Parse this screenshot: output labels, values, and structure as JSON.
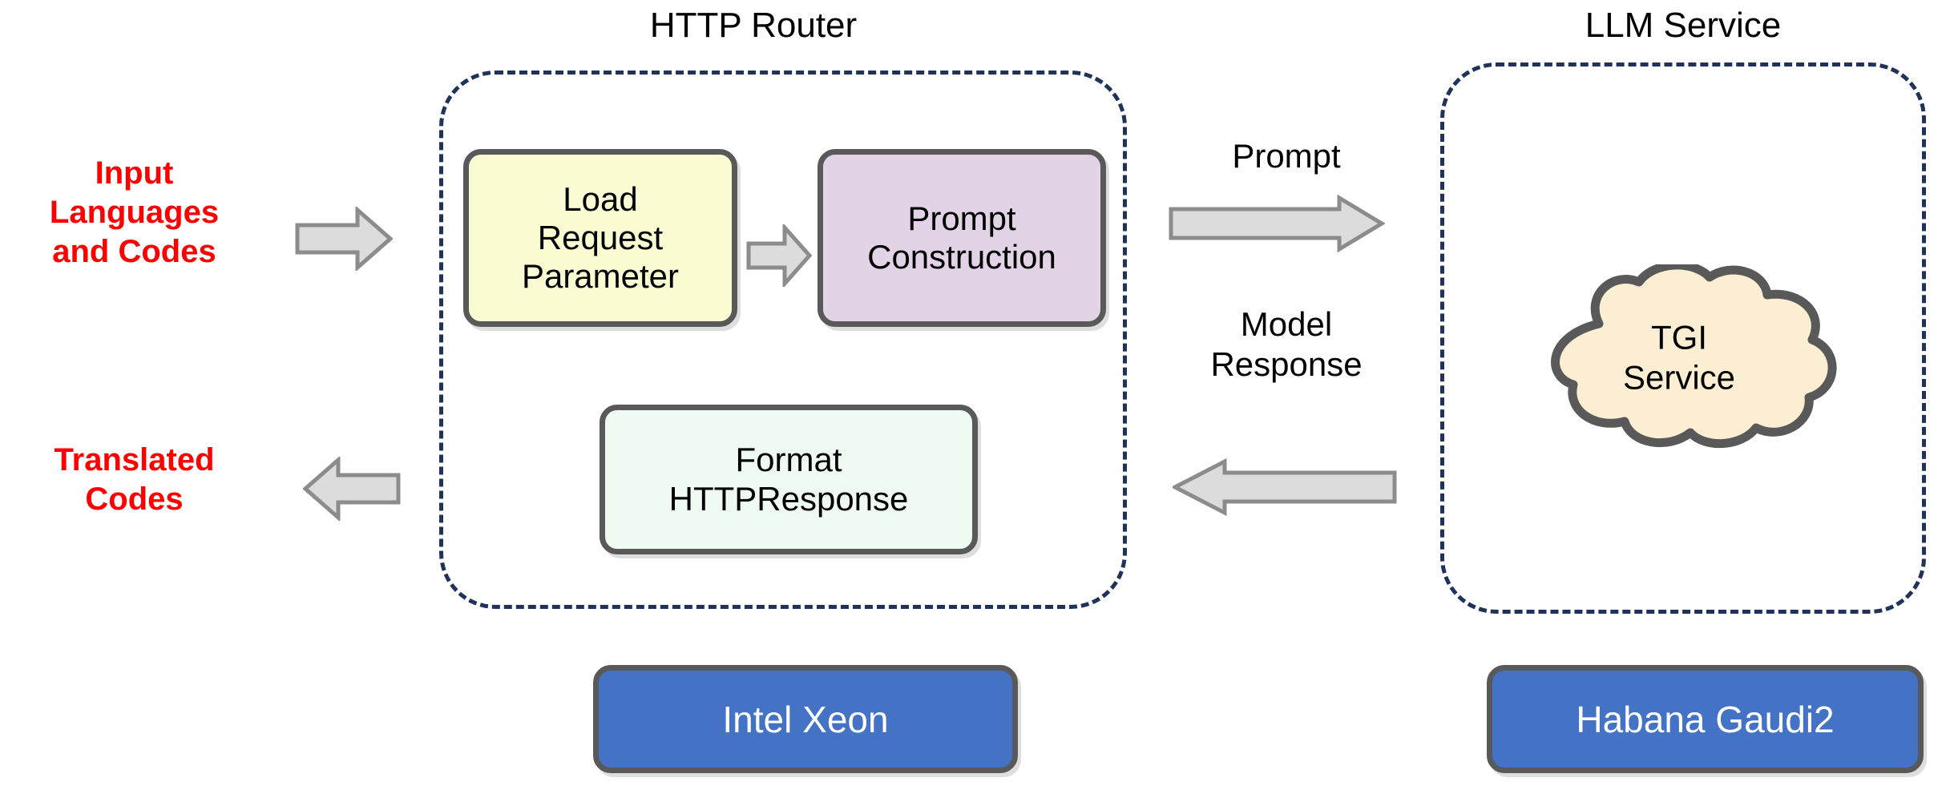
{
  "diagram": {
    "title_http_router": "HTTP Router",
    "title_llm_service": "LLM Service"
  },
  "endpoints": {
    "input_label": "Input\nLanguages\nand Codes",
    "input_line1": "Input",
    "input_line2": "Languages",
    "input_line3": "and Codes",
    "output_line1": "Translated",
    "output_line2": "Codes"
  },
  "router": {
    "boxes": [
      {
        "id": "load-request-parameter",
        "line1": "Load",
        "line2": "Request",
        "line3": "Parameter",
        "fill": "#fbfbd3"
      },
      {
        "id": "prompt-construction",
        "line1": "Prompt",
        "line2": "Construction",
        "fill": "#e2d3e6"
      },
      {
        "id": "format-httpresponse",
        "line1": "Format",
        "line2": "HTTPResponse",
        "fill": "#effbf2"
      }
    ]
  },
  "llm": {
    "cloud_line1": "TGI",
    "cloud_line2": "Service",
    "cloud_fill": "#fbeed2"
  },
  "flows": {
    "prompt_label": "Prompt",
    "response_line1": "Model",
    "response_line2": "Response"
  },
  "platforms": {
    "left": "Intel Xeon",
    "right": "Habana Gaudi2"
  },
  "colors": {
    "accent_blue": "#4472c4",
    "dashed_navy": "#20325a",
    "endpoint_red": "#ff0000",
    "arrow_fill": "#dcdcdc",
    "arrow_stroke": "#8c8c8c",
    "box_outline": "#595959"
  }
}
